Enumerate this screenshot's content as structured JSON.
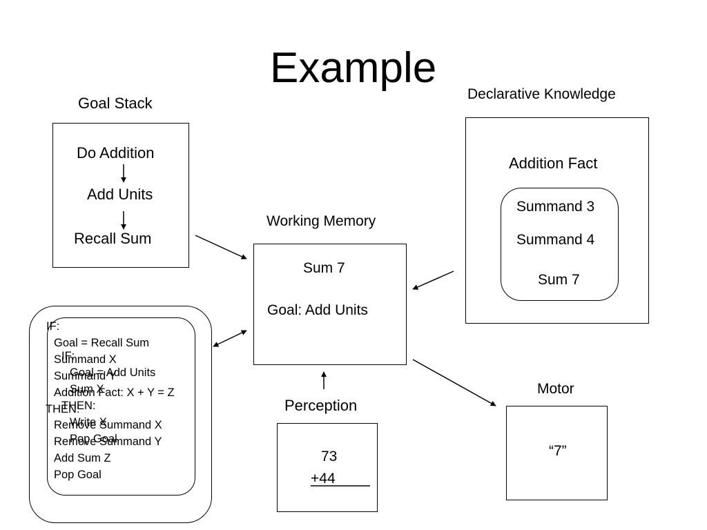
{
  "title": "Example",
  "goal_stack": {
    "label": "Goal Stack",
    "items": [
      "Do Addition",
      "Add Units",
      "Recall Sum"
    ]
  },
  "declarative_knowledge": {
    "label": "Declarative Knowledge",
    "fact_label": "Addition Fact",
    "fact_items": [
      "Summand 3",
      "Summand 4",
      "Sum 7"
    ]
  },
  "working_memory": {
    "label": "Working Memory",
    "items": [
      "Sum 7",
      "Goal: Add Units"
    ]
  },
  "perception": {
    "label": "Perception",
    "lines": [
      "73",
      "+44"
    ]
  },
  "motor": {
    "label": "Motor",
    "output": "“7”"
  },
  "productions": {
    "rule1": {
      "if_label": "IF:",
      "conditions": [
        "Goal = Recall Sum",
        "Summand X",
        "Summand Y",
        "Addition Fact: X + Y = Z"
      ],
      "then_label": "THEN:",
      "actions": [
        "Remove Summand X",
        "Remove Summand Y",
        "Add Sum Z",
        "Pop Goal"
      ]
    },
    "rule2": {
      "if_label": "IF:",
      "conditions": [
        "Goal = Add Units",
        "Sum X"
      ],
      "then_label": "THEN:",
      "actions": [
        "Write X",
        "Pop Goal"
      ]
    }
  }
}
